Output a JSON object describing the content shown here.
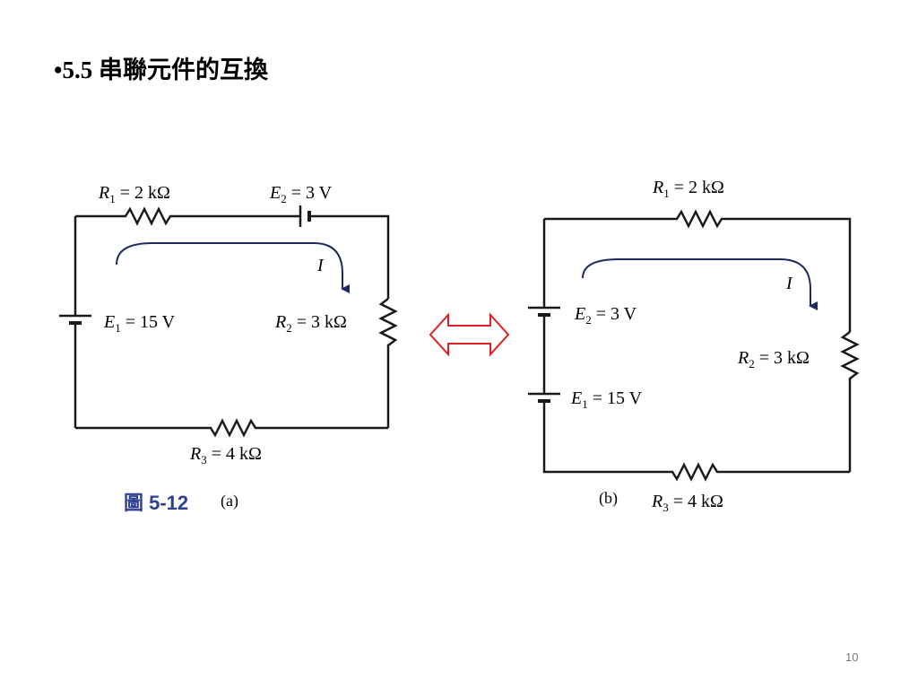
{
  "slide": {
    "title": "•5.5 串聯元件的互換",
    "page_number": "10"
  },
  "figure_a": {
    "caption_num": "圖 5-12",
    "caption_sub": "(a)",
    "r1": {
      "sym": "R",
      "sub": "1",
      "val": " = 2 kΩ"
    },
    "e2": {
      "sym": "E",
      "sub": "2",
      "val": " = 3 V"
    },
    "e1": {
      "sym": "E",
      "sub": "1",
      "val": " = 15 V"
    },
    "r2": {
      "sym": "R",
      "sub": "2",
      "val": " = 3 kΩ"
    },
    "r3": {
      "sym": "R",
      "sub": "3",
      "val": " = 4 kΩ"
    },
    "current": "I"
  },
  "figure_b": {
    "caption_sub": "(b)",
    "r1": {
      "sym": "R",
      "sub": "1",
      "val": " = 2 kΩ"
    },
    "e2": {
      "sym": "E",
      "sub": "2",
      "val": " = 3 V"
    },
    "e1": {
      "sym": "E",
      "sub": "1",
      "val": " = 15 V"
    },
    "r2": {
      "sym": "R",
      "sub": "2",
      "val": " = 3 kΩ"
    },
    "r3": {
      "sym": "R",
      "sub": "3",
      "val": " = 4 kΩ"
    },
    "current": "I"
  },
  "colors": {
    "wire": "#1a1a1a",
    "current_arrow": "#1f2a5c",
    "equivalence_arrow": "#e02020",
    "caption": "#2c3f8f"
  },
  "icons": {
    "equivalence": "double-headed-arrow-icon"
  }
}
